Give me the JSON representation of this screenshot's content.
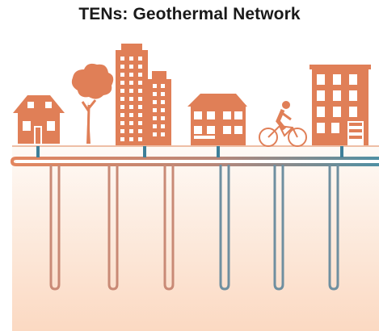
{
  "title": "TENs: Geothermal Network",
  "colors": {
    "building": "#e07f57",
    "window": "#ffffff",
    "pipe_warm": "#e3865f",
    "pipe_cool": "#4f8fa3",
    "ground_top": "#fdf3ec",
    "ground_bottom": "#fbd8bf",
    "connector": "#3d7f99"
  },
  "elements": [
    {
      "kind": "house",
      "icon": "house-icon"
    },
    {
      "kind": "tree",
      "icon": "tree-icon"
    },
    {
      "kind": "apartment-towers",
      "icon": "apartment-towers-icon"
    },
    {
      "kind": "townhouse",
      "icon": "townhouse-icon"
    },
    {
      "kind": "cyclist",
      "icon": "cyclist-icon"
    },
    {
      "kind": "brownstone",
      "icon": "brownstone-icon"
    }
  ],
  "borehole_count": 6
}
